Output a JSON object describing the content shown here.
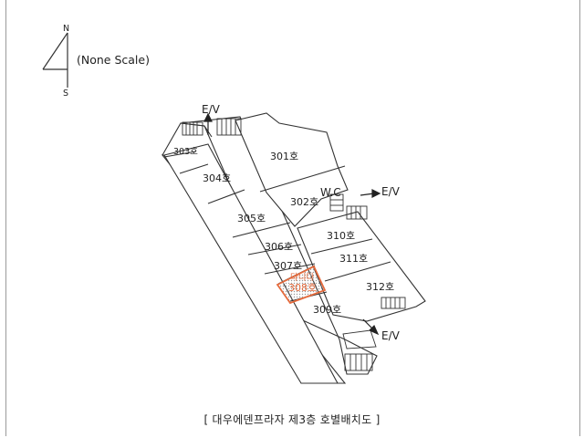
{
  "compass": {
    "north": "N",
    "south": "S",
    "scale_note": "(None Scale)"
  },
  "elevators": [
    "E/V",
    "E/V",
    "E/V"
  ],
  "wc": "W.C",
  "units": {
    "u301": "301호",
    "u302": "302호",
    "u303": "303호",
    "u304": "304호",
    "u305": "305호",
    "u306": "306호",
    "u307": "307호",
    "u308_line1": "다니다",
    "u308_line2": "308호",
    "u309": "309호",
    "u310": "310호",
    "u311": "311호",
    "u312": "312호"
  },
  "highlight_color": "#e56a3c",
  "caption": "[ 대우에덴프라자 제3층 호별배치도 ]"
}
